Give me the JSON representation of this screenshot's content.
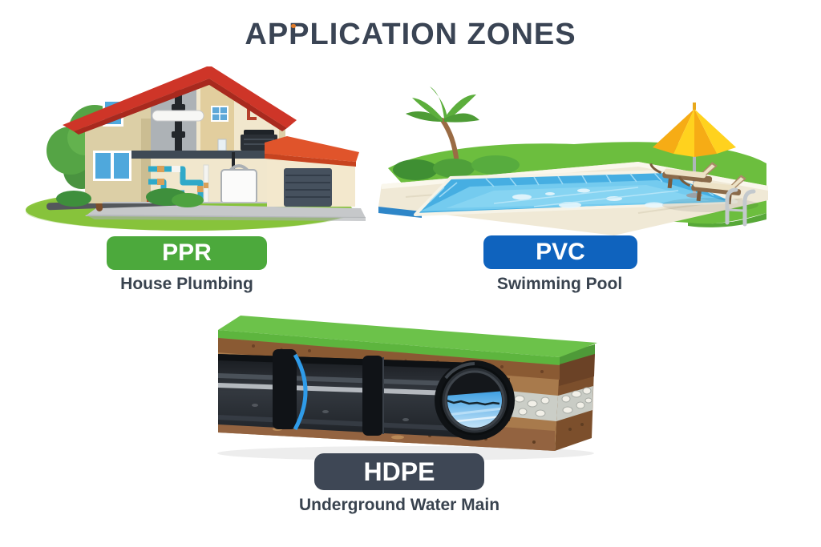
{
  "title": {
    "text": "APPLICATION ZONES"
  },
  "zones": [
    {
      "badge": "PPR",
      "caption": "House Plumbing",
      "badge_color": "#4CA93C",
      "illustration": "house-cutaway-with-plumbing"
    },
    {
      "badge": "PVC",
      "caption": "Swimming Pool",
      "badge_color": "#0F63BE",
      "illustration": "swimming-pool-scene"
    },
    {
      "badge": "HDPE",
      "caption": "Underground Water Main",
      "badge_color": "#3E4755",
      "illustration": "buried-pipe-cross-section"
    }
  ],
  "colors": {
    "background": "#FFFFFF",
    "title_text": "#3A4454",
    "caption_text": "#39434F",
    "badge_text": "#FFFFFF",
    "accent_dot": "#E07A28"
  }
}
